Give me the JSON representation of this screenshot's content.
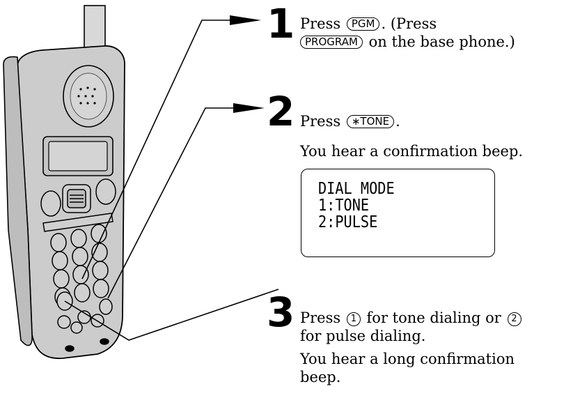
{
  "step1": {
    "number": "1",
    "press_word": "Press",
    "key_pgm": "PGM",
    "after_pgm": ". (Press",
    "key_program": "PROGRAM",
    "after_program": "on the base phone.)"
  },
  "step2": {
    "number": "2",
    "press_word": "Press",
    "key_tone": "∗TONE",
    "after_key": ".",
    "beep_text": "You hear a confirmation beep."
  },
  "display": {
    "lines": [
      "DIAL MODE",
      "1:TONE",
      "2:PULSE"
    ]
  },
  "step3": {
    "number": "3",
    "press_word": "Press",
    "key_1": "1",
    "middle_text": "for tone dialing or",
    "key_2": "2",
    "line2": "for pulse dialing.",
    "beep_line1": "You hear a long confirmation",
    "beep_line2": "beep."
  }
}
